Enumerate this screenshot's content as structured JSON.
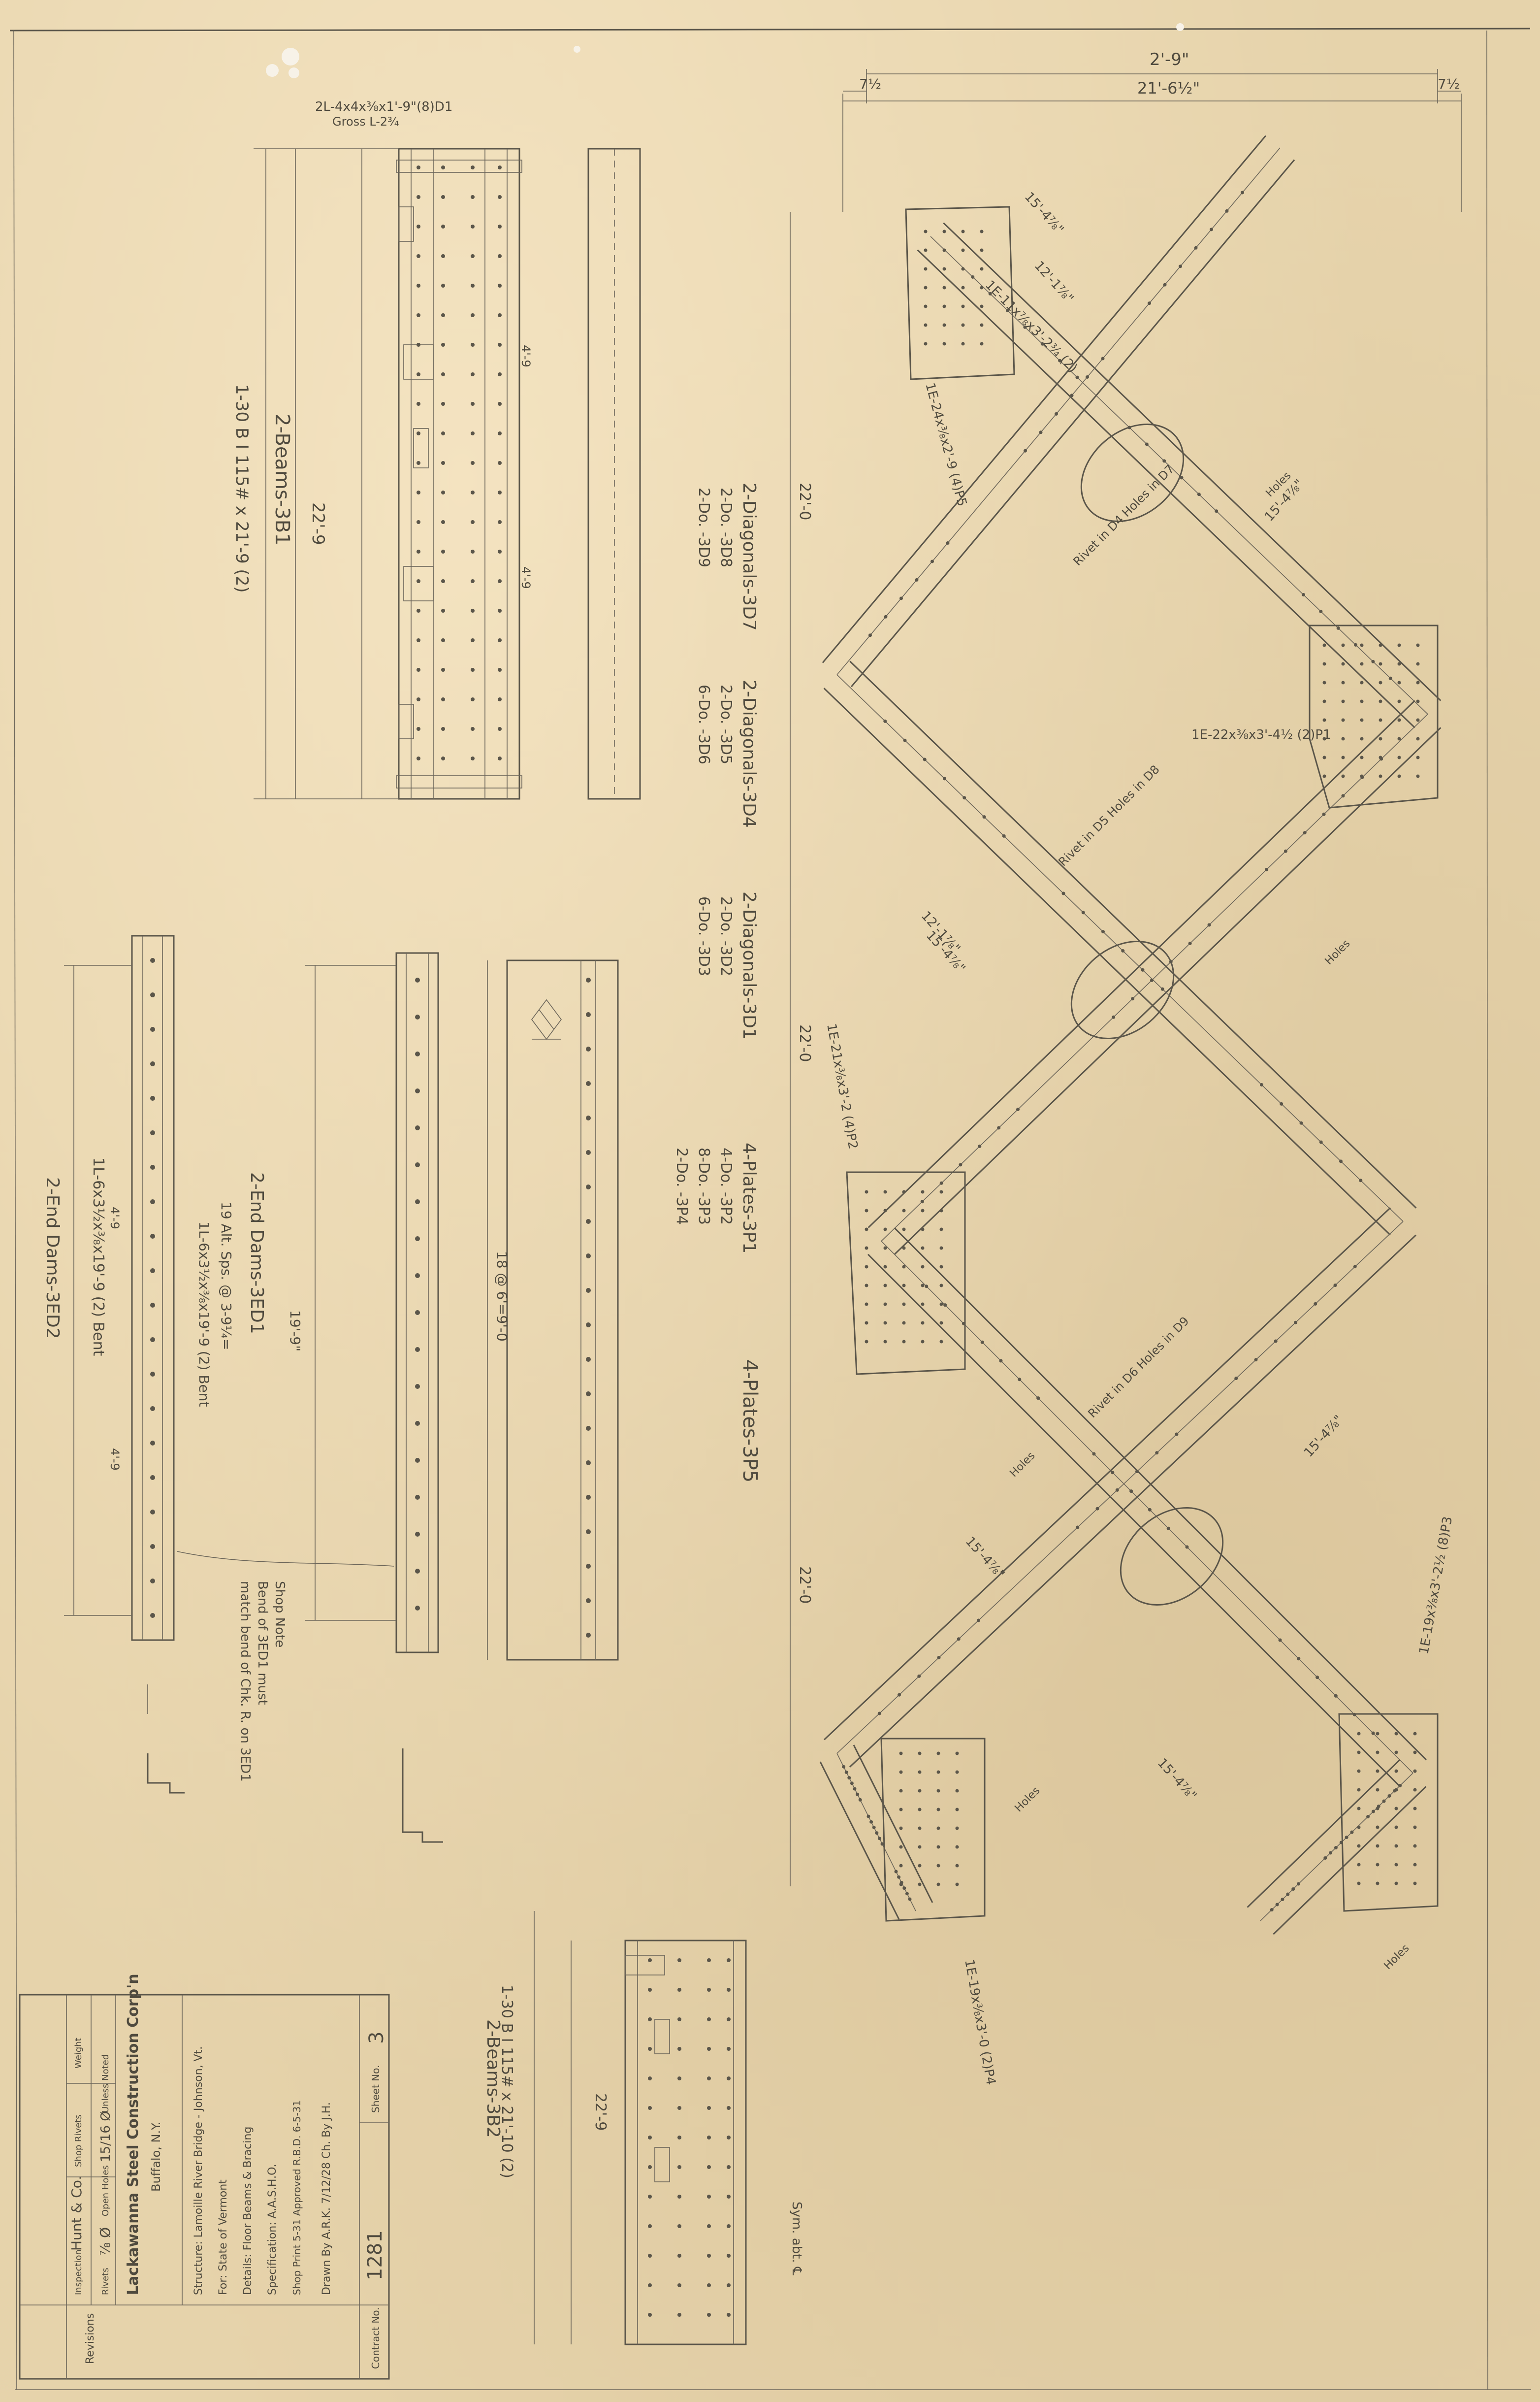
{
  "dimensions": {
    "top_overall": "2'-9\"",
    "top_left": "7½",
    "top_middle": "21'-6½\"",
    "top_right": "7½",
    "beam_splice_note": "2L-4x4x⅜x1'-9\"(8)D1",
    "beam_gross": "Gross L-2¾",
    "height_left": "22'-0",
    "height_mid": "22'-0",
    "height_bottom": "22'-0",
    "beam_len_3b1": "22'-9",
    "beam_len_3b2": "22'-9",
    "beam_spacing": "4'-9",
    "end_dam_spacing": "4'-9",
    "end_dam_len": "19'-9\"",
    "diag_15_4": "15'-4⅞\"",
    "diag_12_1": "12'-1⅞\"",
    "sym_abt": "Sym. abt. ℄"
  },
  "labels": {
    "beams_3b1": "2-Beams-3B1",
    "beams_3b1_sub": "1-30 B I 115# x 21'-9 (2)",
    "beams_3b2": "2-Beams-3B2",
    "beams_3b2_sub": "1-30 B I 115# x 21'-10 (2)",
    "end_dams_3ed1": "2-End Dams-3ED1",
    "end_dams_3ed2": "2-End Dams-3ED2",
    "diag_group1": [
      "2-Diagonals-3D7",
      "2-Do. -3D8",
      "2-Do. -3D9"
    ],
    "diag_group2": [
      "2-Diagonals-3D4",
      "2-Do. -3D5",
      "6-Do. -3D6"
    ],
    "diag_group3": [
      "2-Diagonals-3D1",
      "2-Do. -3D2",
      "6-Do. -3D3"
    ],
    "plates_3p1": [
      "4-Plates-3P1",
      "4-Do. -3P2",
      "8-Do. -3P3",
      "2-Do. -3P4"
    ],
    "plates_3p5": "4-Plates-3P5",
    "shop_note": [
      "Shop Note",
      "Bend of 3ED1 must",
      "match bend of Chk. R. on 3ED1"
    ],
    "pl_note_1": "1E-24x⅜x2'-9 (4)P5",
    "pl_note_2": "1E-22x⅜x3'-4½ (2)P1",
    "pl_note_3": "1E-11x⅞x3'-2¾ (2)",
    "pl_note_4": "1E-19x⅜x3'-2½ (8)P3",
    "pl_note_5": "1E-19x⅜x3'-0 (2)P4",
    "pl_note_6": "1E-21x⅜x3'-2 (4)P2",
    "holes_note": "Holes",
    "rivet_note_1": "Rivet in D4 Holes in D7",
    "rivet_note_2": "Rivet in D5 Holes in D8",
    "rivet_note_3": "Rivet in D6 Holes in D9",
    "end_dam_sub1": "1L-6x3½x⅜x19'-9 (2) Bent",
    "end_dam_sub2": "1L-6x3½x⅜x19'-9 (2) Bent",
    "end_dam_rivets": "19 Alt. Sps. @ 3-9¼=",
    "end_dam_rivets2": "18 @ 6'=9'-0"
  },
  "title_block": {
    "revisions_header": "Revisions",
    "inspection_label": "Inspection",
    "inspection_value": "Hunt & Co.",
    "shop_rivets_label": "Shop Rivets",
    "rivets_label": "Rivets",
    "rivets_value": "⅞ Ø",
    "open_holes_label": "Open Holes",
    "open_holes_value": "15/16 Ø",
    "unless_noted": "Unless Noted",
    "weight_label": "Weight",
    "company": "Lackawanna Steel Construction Corp'n",
    "city": "Buffalo, N.Y.",
    "structure": "Structure: Lamoille River Bridge - Johnson, Vt.",
    "for_line": "For: State of Vermont",
    "details": "Details: Floor Beams & Bracing",
    "spec": "Specification: A.A.S.H.O.",
    "approved": "Shop Print 5-31 Approved R.B.D. 6-5-31",
    "drawn": "Drawn By A.R.K. 7/12/28  Ch. By J.H.",
    "contract_label": "Contract No.",
    "contract_no": "1281",
    "sheet_label": "Sheet No.",
    "sheet_no": "3"
  }
}
